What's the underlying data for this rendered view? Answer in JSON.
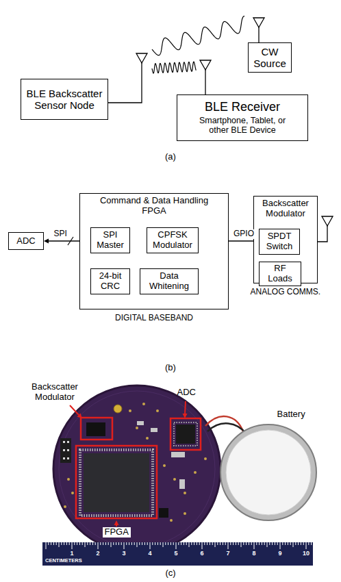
{
  "diagram": {
    "nodes": [
      {
        "text": [
          "CW Source"
        ]
      },
      {
        "text": [
          "BLE Backscatter Sensor Node"
        ]
      },
      {
        "text": [
          "BLE Receiver",
          "Smartphone, Tablet, or other BLE Device"
        ]
      },
      {
        "text": [
          "ADC"
        ]
      },
      {
        "text": [
          "Command & Data Handling FPGA"
        ]
      },
      {
        "text": [
          "SPI Master"
        ],
        "in": 4
      },
      {
        "text": [
          "CPFSK Modulator"
        ],
        "in": 4
      },
      {
        "text": [
          "24-bit CRC"
        ],
        "in": 4
      },
      {
        "text": [
          "Data Whitening"
        ],
        "in": 4
      },
      {
        "text": [
          "Backscatter Modulator"
        ]
      },
      {
        "text": [
          "SPDT Switch"
        ],
        "in": 9
      },
      {
        "text": [
          "RF Loads"
        ],
        "in": 9
      }
    ],
    "edges": [
      {
        "from": 3,
        "to": 5,
        "arrow": "both",
        "label": "SPI"
      },
      {
        "from": 5,
        "to": 7,
        "arrow": "to"
      },
      {
        "from": 7,
        "to": 8,
        "arrow": "to"
      },
      {
        "from": 8,
        "to": 6,
        "arrow": "to"
      },
      {
        "from": 6,
        "to": 10,
        "arrow": "to",
        "label": "GPIO"
      },
      {
        "from": 10,
        "to": 11,
        "arrow": "none"
      }
    ],
    "labels": [
      "(a)",
      "DIGITAL BASEBAND",
      "ANALOG COMMS.",
      "(b)",
      "Backscatter Modulator",
      "ADC",
      "Battery",
      "FPGA",
      "CENTIMETERS",
      "1",
      "2",
      "3",
      "4",
      "5",
      "6",
      "7",
      "8",
      "9",
      "10",
      "(c)"
    ]
  }
}
